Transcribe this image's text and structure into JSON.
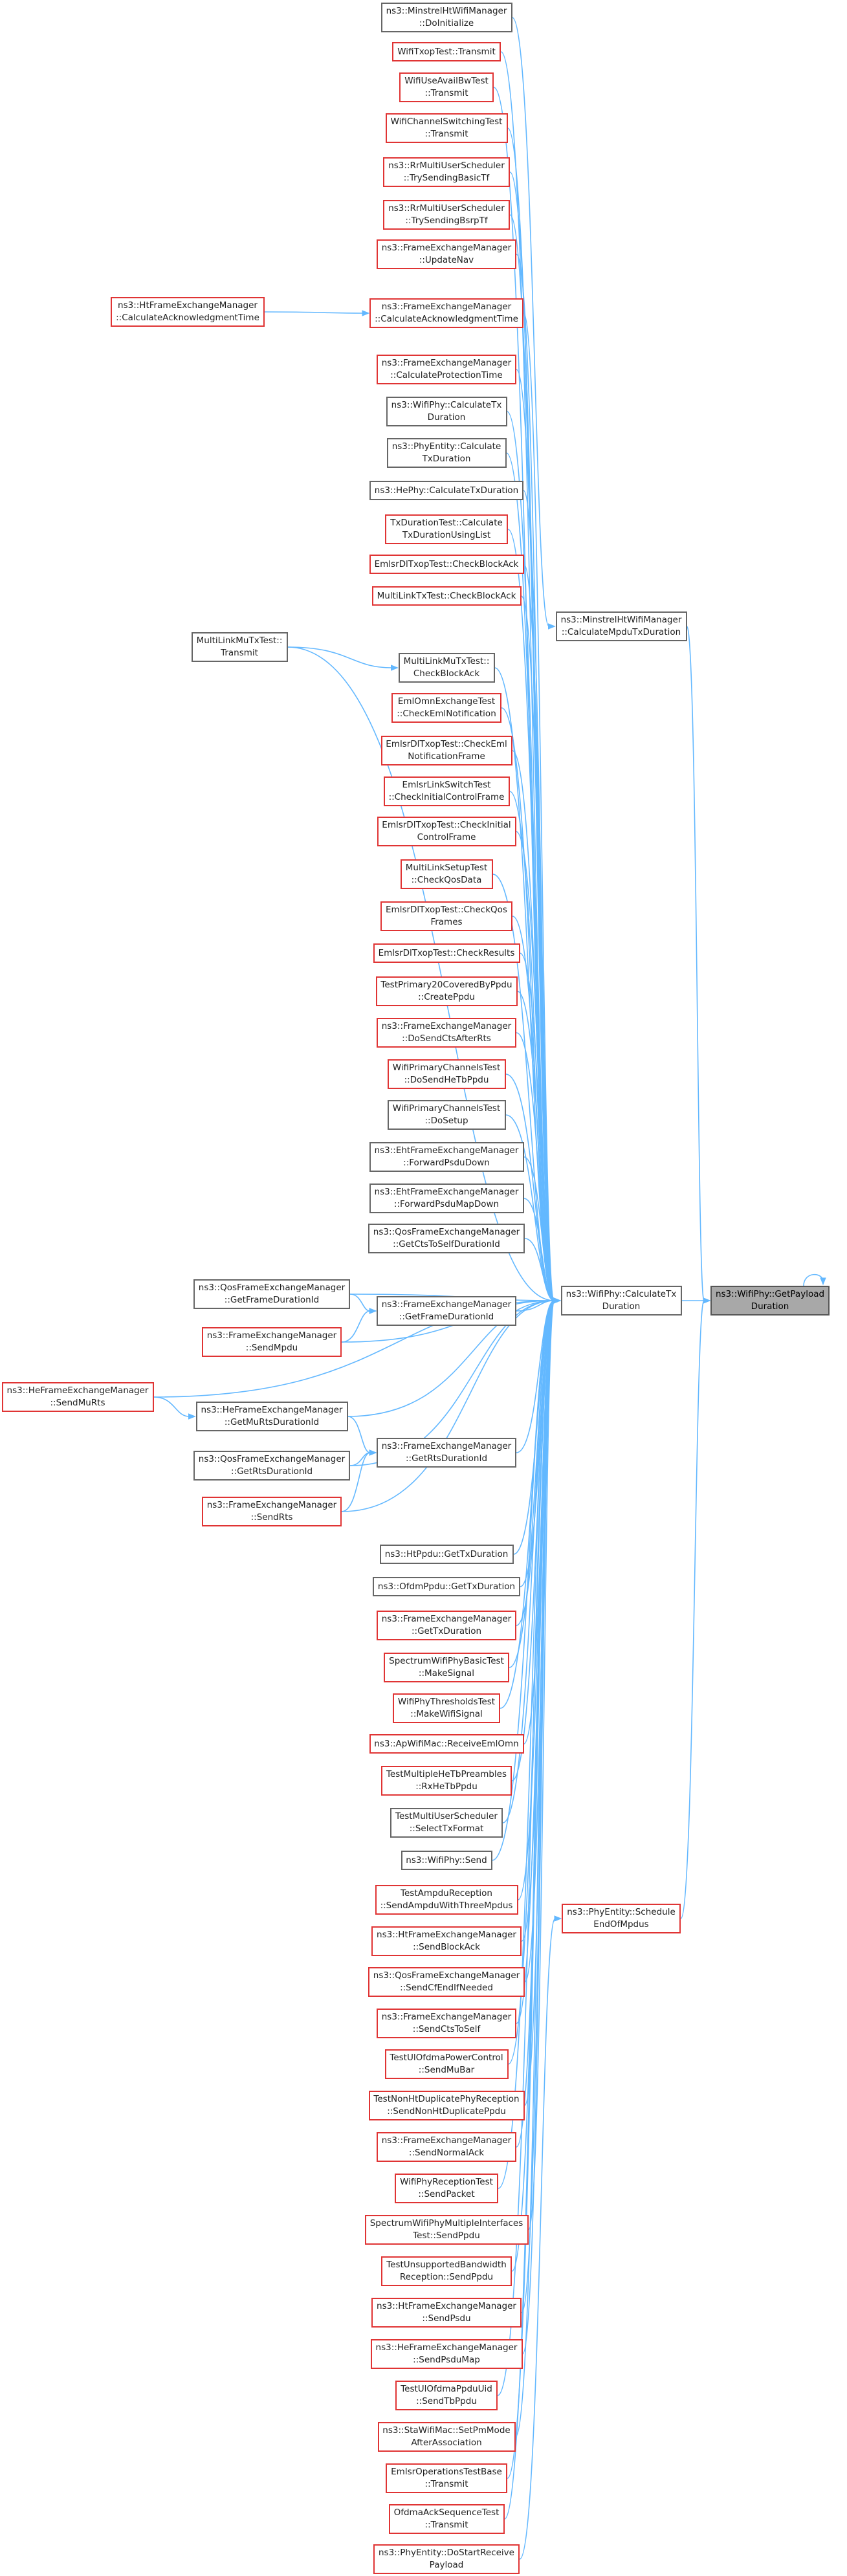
{
  "colors": {
    "edge": "#63b8ff",
    "border_black": "#666666",
    "border_red": "#e03434",
    "selected_fill": "#a8a8a8"
  },
  "nodes": [
    {
      "id": "target",
      "lines": [
        "ns3::WifiPhy::GetPayload",
        "Duration"
      ],
      "style": "selected"
    },
    {
      "id": "calc",
      "lines": [
        "ns3::WifiPhy::CalculateTx",
        "Duration"
      ],
      "style": "black"
    },
    {
      "id": "minstrel_mpdu",
      "lines": [
        "ns3::MinstrelHtWifiManager",
        "::CalculateMpduTxDuration"
      ],
      "style": "black"
    },
    {
      "id": "phyentity_sched",
      "lines": [
        "ns3::PhyEntity::Schedule",
        "EndOfMpdus"
      ],
      "style": "red"
    },
    {
      "id": "n_a1",
      "lines": [
        "ns3::MinstrelHtWifiManager",
        "::DoInitialize"
      ],
      "style": "black"
    },
    {
      "id": "n_a2",
      "lines": [
        "WifiTxopTest::Transmit"
      ],
      "style": "red"
    },
    {
      "id": "n_a3",
      "lines": [
        "WifiUseAvailBwTest",
        "::Transmit"
      ],
      "style": "red"
    },
    {
      "id": "n_a4",
      "lines": [
        "WifiChannelSwitchingTest",
        "::Transmit"
      ],
      "style": "red"
    },
    {
      "id": "n_a5",
      "lines": [
        "ns3::RrMultiUserScheduler",
        "::TrySendingBasicTf"
      ],
      "style": "red"
    },
    {
      "id": "n_a6",
      "lines": [
        "ns3::RrMultiUserScheduler",
        "::TrySendingBsrpTf"
      ],
      "style": "red"
    },
    {
      "id": "n_a7",
      "lines": [
        "ns3::FrameExchangeManager",
        "::UpdateNav"
      ],
      "style": "red"
    },
    {
      "id": "n_a8",
      "lines": [
        "ns3::FrameExchangeManager",
        "::CalculateAcknowledgmentTime"
      ],
      "style": "red"
    },
    {
      "id": "n_a9",
      "lines": [
        "ns3::FrameExchangeManager",
        "::CalculateProtectionTime"
      ],
      "style": "red"
    },
    {
      "id": "n_a10",
      "lines": [
        "ns3::WifiPhy::CalculateTx",
        "Duration"
      ],
      "style": "black"
    },
    {
      "id": "n_a11",
      "lines": [
        "ns3::PhyEntity::Calculate",
        "TxDuration"
      ],
      "style": "black"
    },
    {
      "id": "n_a12",
      "lines": [
        "ns3::HePhy::CalculateTxDuration"
      ],
      "style": "black"
    },
    {
      "id": "n_a13",
      "lines": [
        "TxDurationTest::Calculate",
        "TxDurationUsingList"
      ],
      "style": "red"
    },
    {
      "id": "n_a14",
      "lines": [
        "EmlsrDlTxopTest::CheckBlockAck"
      ],
      "style": "red"
    },
    {
      "id": "n_a15",
      "lines": [
        "MultiLinkTxTest::CheckBlockAck"
      ],
      "style": "red"
    },
    {
      "id": "n_a16",
      "lines": [
        "MultiLinkMuTxTest::",
        "CheckBlockAck"
      ],
      "style": "black"
    },
    {
      "id": "n_a17",
      "lines": [
        "EmlOmnExchangeTest",
        "::CheckEmlNotification"
      ],
      "style": "red"
    },
    {
      "id": "n_a18",
      "lines": [
        "EmlsrDlTxopTest::CheckEml",
        "NotificationFrame"
      ],
      "style": "red"
    },
    {
      "id": "n_a19",
      "lines": [
        "EmlsrLinkSwitchTest",
        "::CheckInitialControlFrame"
      ],
      "style": "red"
    },
    {
      "id": "n_a20",
      "lines": [
        "EmlsrDlTxopTest::CheckInitial",
        "ControlFrame"
      ],
      "style": "red"
    },
    {
      "id": "n_a21",
      "lines": [
        "MultiLinkSetupTest",
        "::CheckQosData"
      ],
      "style": "red"
    },
    {
      "id": "n_a22",
      "lines": [
        "EmlsrDlTxopTest::CheckQos",
        "Frames"
      ],
      "style": "red"
    },
    {
      "id": "n_a23",
      "lines": [
        "EmlsrDlTxopTest::CheckResults"
      ],
      "style": "red"
    },
    {
      "id": "n_a24",
      "lines": [
        "TestPrimary20CoveredByPpdu",
        "::CreatePpdu"
      ],
      "style": "red"
    },
    {
      "id": "n_a25",
      "lines": [
        "ns3::FrameExchangeManager",
        "::DoSendCtsAfterRts"
      ],
      "style": "red"
    },
    {
      "id": "n_a26",
      "lines": [
        "WifiPrimaryChannelsTest",
        "::DoSendHeTbPpdu"
      ],
      "style": "red"
    },
    {
      "id": "n_a27",
      "lines": [
        "WifiPrimaryChannelsTest",
        "::DoSetup"
      ],
      "style": "black"
    },
    {
      "id": "n_a28",
      "lines": [
        "ns3::EhtFrameExchangeManager",
        "::ForwardPsduDown"
      ],
      "style": "black"
    },
    {
      "id": "n_a29",
      "lines": [
        "ns3::EhtFrameExchangeManager",
        "::ForwardPsduMapDown"
      ],
      "style": "black"
    },
    {
      "id": "n_a30",
      "lines": [
        "ns3::QosFrameExchangeManager",
        "::GetCtsToSelfDurationId"
      ],
      "style": "black"
    },
    {
      "id": "n_a31",
      "lines": [
        "ns3::FrameExchangeManager",
        "::GetFrameDurationId"
      ],
      "style": "black"
    },
    {
      "id": "n_a32",
      "lines": [
        "ns3::FrameExchangeManager",
        "::GetRtsDurationId"
      ],
      "style": "black"
    },
    {
      "id": "n_a33",
      "lines": [
        "ns3::HtPpdu::GetTxDuration"
      ],
      "style": "black"
    },
    {
      "id": "n_a34",
      "lines": [
        "ns3::OfdmPpdu::GetTxDuration"
      ],
      "style": "black"
    },
    {
      "id": "n_a35",
      "lines": [
        "ns3::FrameExchangeManager",
        "::GetTxDuration"
      ],
      "style": "red"
    },
    {
      "id": "n_a36",
      "lines": [
        "SpectrumWifiPhyBasicTest",
        "::MakeSignal"
      ],
      "style": "red"
    },
    {
      "id": "n_a37",
      "lines": [
        "WifiPhyThresholdsTest",
        "::MakeWifiSignal"
      ],
      "style": "red"
    },
    {
      "id": "n_a38",
      "lines": [
        "ns3::ApWifiMac::ReceiveEmlOmn"
      ],
      "style": "red"
    },
    {
      "id": "n_a39",
      "lines": [
        "TestMultipleHeTbPreambles",
        "::RxHeTbPpdu"
      ],
      "style": "red"
    },
    {
      "id": "n_a40",
      "lines": [
        "TestMultiUserScheduler",
        "::SelectTxFormat"
      ],
      "style": "black"
    },
    {
      "id": "n_a41",
      "lines": [
        "ns3::WifiPhy::Send"
      ],
      "style": "black"
    },
    {
      "id": "n_a42",
      "lines": [
        "TestAmpduReception",
        "::SendAmpduWithThreeMpdus"
      ],
      "style": "red"
    },
    {
      "id": "n_a43",
      "lines": [
        "ns3::HtFrameExchangeManager",
        "::SendBlockAck"
      ],
      "style": "red"
    },
    {
      "id": "n_a44",
      "lines": [
        "ns3::QosFrameExchangeManager",
        "::SendCfEndIfNeeded"
      ],
      "style": "red"
    },
    {
      "id": "n_a45",
      "lines": [
        "ns3::FrameExchangeManager",
        "::SendCtsToSelf"
      ],
      "style": "red"
    },
    {
      "id": "n_a46",
      "lines": [
        "TestUlOfdmaPowerControl",
        "::SendMuBar"
      ],
      "style": "red"
    },
    {
      "id": "n_a47",
      "lines": [
        "TestNonHtDuplicatePhyReception",
        "::SendNonHtDuplicatePpdu"
      ],
      "style": "red"
    },
    {
      "id": "n_a48",
      "lines": [
        "ns3::FrameExchangeManager",
        "::SendNormalAck"
      ],
      "style": "red"
    },
    {
      "id": "n_a49",
      "lines": [
        "WifiPhyReceptionTest",
        "::SendPacket"
      ],
      "style": "red"
    },
    {
      "id": "n_a50",
      "lines": [
        "SpectrumWifiPhyMultipleInterfaces",
        "Test::SendPpdu"
      ],
      "style": "red"
    },
    {
      "id": "n_a51",
      "lines": [
        "TestUnsupportedBandwidth",
        "Reception::SendPpdu"
      ],
      "style": "red"
    },
    {
      "id": "n_a52",
      "lines": [
        "ns3::HtFrameExchangeManager",
        "::SendPsdu"
      ],
      "style": "red"
    },
    {
      "id": "n_a53",
      "lines": [
        "ns3::HeFrameExchangeManager",
        "::SendPsduMap"
      ],
      "style": "red"
    },
    {
      "id": "n_a54",
      "lines": [
        "TestUlOfdmaPpduUid",
        "::SendTbPpdu"
      ],
      "style": "red"
    },
    {
      "id": "n_a55",
      "lines": [
        "ns3::StaWifiMac::SetPmMode",
        "AfterAssociation"
      ],
      "style": "red"
    },
    {
      "id": "n_a56",
      "lines": [
        "EmlsrOperationsTestBase",
        "::Transmit"
      ],
      "style": "red"
    },
    {
      "id": "n_a57",
      "lines": [
        "OfdmaAckSequenceTest",
        "::Transmit"
      ],
      "style": "red"
    },
    {
      "id": "n_a58",
      "lines": [
        "ns3::PhyEntity::DoStartReceive",
        "Payload"
      ],
      "style": "red"
    },
    {
      "id": "n_b1",
      "lines": [
        "ns3::HtFrameExchangeManager",
        "::CalculateAcknowledgmentTime"
      ],
      "style": "red"
    },
    {
      "id": "n_b2",
      "lines": [
        "MultiLinkMuTxTest::",
        "Transmit"
      ],
      "style": "black"
    },
    {
      "id": "n_b3",
      "lines": [
        "ns3::QosFrameExchangeManager",
        "::GetFrameDurationId"
      ],
      "style": "black"
    },
    {
      "id": "n_b4",
      "lines": [
        "ns3::FrameExchangeManager",
        "::SendMpdu"
      ],
      "style": "red"
    },
    {
      "id": "n_b5",
      "lines": [
        "ns3::HeFrameExchangeManager",
        "::GetMuRtsDurationId"
      ],
      "style": "black"
    },
    {
      "id": "n_b6",
      "lines": [
        "ns3::QosFrameExchangeManager",
        "::GetRtsDurationId"
      ],
      "style": "black"
    },
    {
      "id": "n_b7",
      "lines": [
        "ns3::FrameExchangeManager",
        "::SendRts"
      ],
      "style": "red"
    },
    {
      "id": "n_c1",
      "lines": [
        "ns3::HeFrameExchangeManager",
        "::SendMuRts"
      ],
      "style": "red"
    }
  ],
  "edges": [
    [
      "calc",
      "target"
    ],
    [
      "minstrel_mpdu",
      "target"
    ],
    [
      "phyentity_sched",
      "target"
    ],
    [
      "target",
      "target"
    ],
    [
      "n_a1",
      "minstrel_mpdu"
    ],
    [
      "n_a2",
      "calc"
    ],
    [
      "n_a3",
      "calc"
    ],
    [
      "n_a4",
      "calc"
    ],
    [
      "n_a5",
      "calc"
    ],
    [
      "n_a6",
      "calc"
    ],
    [
      "n_a7",
      "calc"
    ],
    [
      "n_a8",
      "calc"
    ],
    [
      "n_a9",
      "calc"
    ],
    [
      "n_a10",
      "calc"
    ],
    [
      "n_a11",
      "calc"
    ],
    [
      "n_a12",
      "calc"
    ],
    [
      "n_a13",
      "calc"
    ],
    [
      "n_a14",
      "calc"
    ],
    [
      "n_a15",
      "calc"
    ],
    [
      "n_a16",
      "calc"
    ],
    [
      "n_a17",
      "calc"
    ],
    [
      "n_a18",
      "calc"
    ],
    [
      "n_a19",
      "calc"
    ],
    [
      "n_a20",
      "calc"
    ],
    [
      "n_a21",
      "calc"
    ],
    [
      "n_a22",
      "calc"
    ],
    [
      "n_a23",
      "calc"
    ],
    [
      "n_a24",
      "calc"
    ],
    [
      "n_a25",
      "calc"
    ],
    [
      "n_a26",
      "calc"
    ],
    [
      "n_a27",
      "calc"
    ],
    [
      "n_a28",
      "calc"
    ],
    [
      "n_a29",
      "calc"
    ],
    [
      "n_a30",
      "calc"
    ],
    [
      "n_a31",
      "calc"
    ],
    [
      "n_a32",
      "calc"
    ],
    [
      "n_a33",
      "calc"
    ],
    [
      "n_a34",
      "calc"
    ],
    [
      "n_a35",
      "calc"
    ],
    [
      "n_a36",
      "calc"
    ],
    [
      "n_a37",
      "calc"
    ],
    [
      "n_a38",
      "calc"
    ],
    [
      "n_a39",
      "calc"
    ],
    [
      "n_a40",
      "calc"
    ],
    [
      "n_a41",
      "calc"
    ],
    [
      "n_a42",
      "calc"
    ],
    [
      "n_a43",
      "calc"
    ],
    [
      "n_a44",
      "calc"
    ],
    [
      "n_a45",
      "calc"
    ],
    [
      "n_a46",
      "calc"
    ],
    [
      "n_a47",
      "calc"
    ],
    [
      "n_a48",
      "calc"
    ],
    [
      "n_a49",
      "calc"
    ],
    [
      "n_a50",
      "calc"
    ],
    [
      "n_a51",
      "calc"
    ],
    [
      "n_a52",
      "calc"
    ],
    [
      "n_a53",
      "calc"
    ],
    [
      "n_a54",
      "calc"
    ],
    [
      "n_a55",
      "calc"
    ],
    [
      "n_a56",
      "calc"
    ],
    [
      "n_a57",
      "calc"
    ],
    [
      "n_a58",
      "phyentity_sched"
    ],
    [
      "n_b1",
      "n_a8"
    ],
    [
      "n_b2",
      "n_a16"
    ],
    [
      "n_b2",
      "calc"
    ],
    [
      "n_b3",
      "n_a31"
    ],
    [
      "n_b3",
      "calc"
    ],
    [
      "n_b4",
      "n_a31"
    ],
    [
      "n_b4",
      "calc"
    ],
    [
      "n_b5",
      "n_a32"
    ],
    [
      "n_b5",
      "calc"
    ],
    [
      "n_b6",
      "n_a32"
    ],
    [
      "n_b6",
      "calc"
    ],
    [
      "n_b7",
      "n_a32"
    ],
    [
      "n_b7",
      "calc"
    ],
    [
      "n_c1",
      "n_b5"
    ],
    [
      "n_c1",
      "calc"
    ]
  ]
}
